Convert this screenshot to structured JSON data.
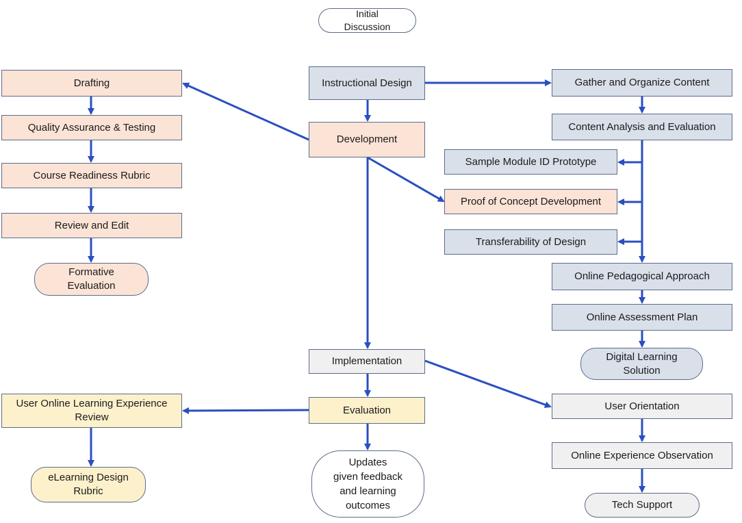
{
  "colors": {
    "arrow": "#2a4fc0",
    "peach": "#fbe3d6",
    "blue": "#d9e0ea",
    "gray": "#f0f0f0",
    "yellow": "#fdf1cc",
    "border": "#5b6b8a"
  },
  "nodes": {
    "initial_discussion": "Initial\nDiscussion",
    "instructional_design": "Instructional Design",
    "development": "Development",
    "drafting": "Drafting",
    "quality_assurance": "Quality Assurance & Testing",
    "course_readiness": "Course  Readiness Rubric",
    "review_edit": "Review and Edit",
    "formative_evaluation": "Formative\nEvaluation",
    "gather_content": "Gather and Organize Content",
    "content_analysis": "Content Analysis  and Evaluation",
    "sample_module": "Sample Module  ID Prototype",
    "proof_of_concept": "Proof of Concept Development",
    "transferability": "Transferability of Design",
    "online_pedagogical": "Online Pedagogical Approach",
    "online_assessment": "Online Assessment  Plan",
    "digital_learning": "Digital Learning\nSolution",
    "implementation": "Implementation",
    "evaluation": "Evaluation",
    "updates": "Updates\ngiven feedback\nand learning\noutcomes",
    "user_experience_review": "User Online  Learning Experience\nReview",
    "elearning_rubric": "eLearning Design\nRubric",
    "user_orientation": "User Orientation",
    "online_observation": "Online  Experience Observation",
    "tech_support": "Tech Support"
  }
}
